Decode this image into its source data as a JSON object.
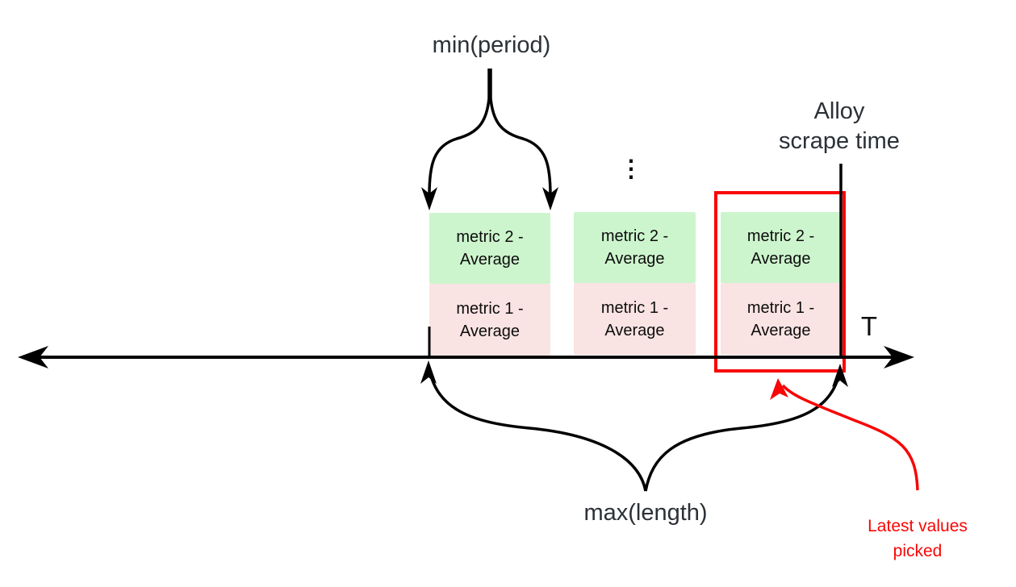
{
  "diagram": {
    "annotations": {
      "min_period": "min(period)",
      "max_length": "max(length)",
      "scrape_time": {
        "line1": "Alloy",
        "line2": "scrape time"
      },
      "latest_values": {
        "line1": "Latest values",
        "line2": "picked"
      },
      "axis_label": "T",
      "ellipsis": "⋮"
    },
    "blocks": [
      {
        "segments": [
          {
            "label": "metric 2 - Average",
            "color": "#cdf5cd"
          },
          {
            "label": "metric 1 - Average",
            "color": "#fae3e3"
          }
        ]
      },
      {
        "segments": [
          {
            "label": "metric 2 - Average",
            "color": "#cdf5cd"
          },
          {
            "label": "metric 1 - Average",
            "color": "#fae3e3"
          }
        ]
      },
      {
        "segments": [
          {
            "label": "metric 2 - Average",
            "color": "#cdf5cd"
          },
          {
            "label": "metric 1 - Average",
            "color": "#fae3e3"
          }
        ]
      }
    ],
    "colors": {
      "block_green": "#cdf5cd",
      "block_pink": "#fae3e3",
      "highlight_red": "#f90606",
      "ink": "#000000",
      "label_dark": "#2b3137"
    }
  }
}
